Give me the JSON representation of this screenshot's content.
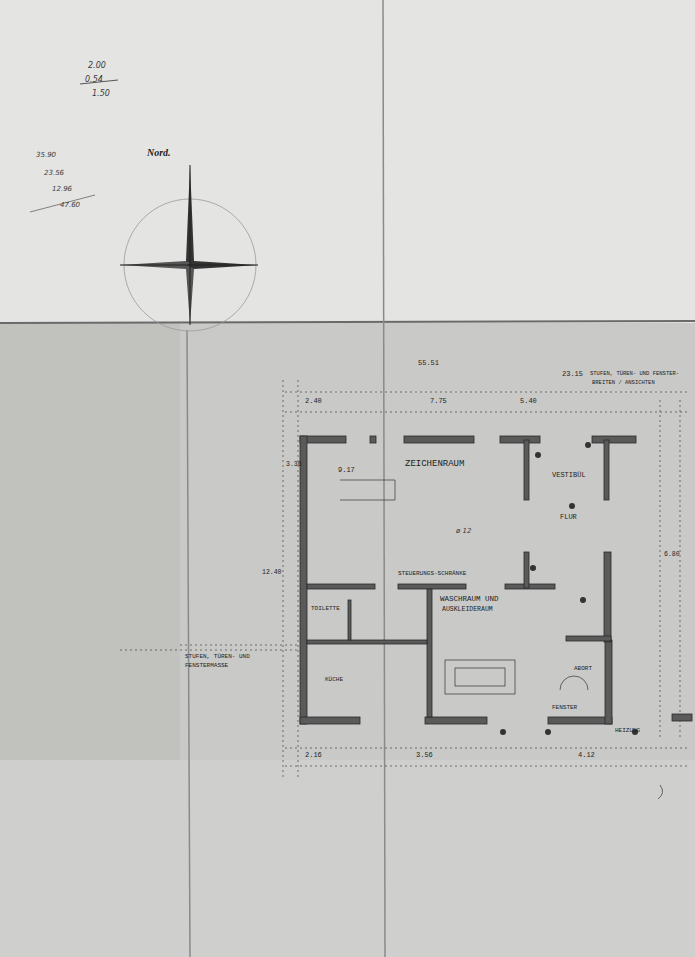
{
  "diagram": {
    "labels": [
      "Nord.",
      "2.00",
      "0.54",
      "1.50",
      "35.90",
      "23.56",
      "12.96",
      "47.60",
      "55.51",
      "23.15",
      "STUFEN, TÜREN- UND FENSTER-",
      "BREITEN / ANSICHTEN",
      "ZEICHENRAUM",
      "VESTIBÜL",
      "FLUR",
      "STEUERUNGS-SCHRÄNKE",
      "WASCHRAUM UND",
      "AUSKLEIDERAUM",
      "TOILETTE",
      "KÜCHE",
      "ABORT",
      "FENSTER",
      "HEIZUNG",
      "STUFEN, TÜREN- UND",
      "FENSTERMASSE",
      "2.40",
      "7.75",
      "5.40",
      "3.36",
      "9.17",
      "12.40",
      "6.80",
      "2.16",
      "3.56",
      "4.12",
      "ø 12"
    ]
  }
}
